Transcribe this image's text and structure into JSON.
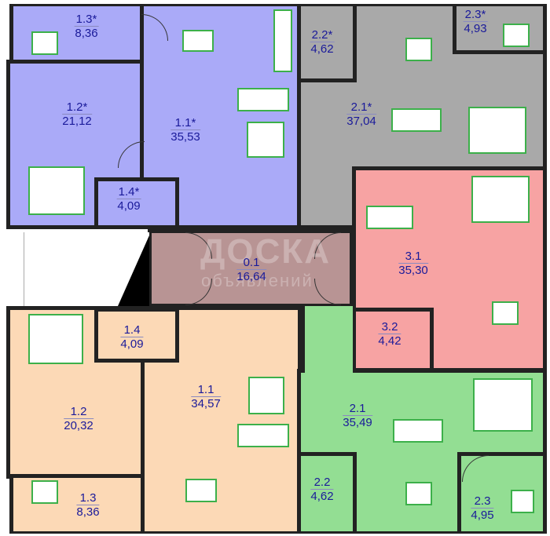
{
  "colors": {
    "apt1_top": "#aaaaf8",
    "apt2_top": "#a9a9a9",
    "apt3": "#f7a3a3",
    "corridor": "#b89494",
    "apt1_bottom": "#fcd9b6",
    "apt2_bottom": "#93de93"
  },
  "rooms": {
    "r13s": {
      "number": "1.3*",
      "area": "8,36"
    },
    "r12s": {
      "number": "1.2*",
      "area": "21,12"
    },
    "r11s": {
      "number": "1.1*",
      "area": "35,53"
    },
    "r14s": {
      "number": "1.4*",
      "area": "4,09"
    },
    "r22s": {
      "number": "2.2*",
      "area": "4,62"
    },
    "r23s": {
      "number": "2.3*",
      "area": "4,93"
    },
    "r21s": {
      "number": "2.1*",
      "area": "37,04"
    },
    "r01": {
      "number": "0.1",
      "area": "16,64"
    },
    "r31": {
      "number": "3.1",
      "area": "35,30"
    },
    "r32": {
      "number": "3.2",
      "area": "4,42"
    },
    "r14": {
      "number": "1.4",
      "area": "4,09"
    },
    "r12": {
      "number": "1.2",
      "area": "20,32"
    },
    "r11": {
      "number": "1.1",
      "area": "34,57"
    },
    "r13": {
      "number": "1.3",
      "area": "8,36"
    },
    "r21": {
      "number": "2.1",
      "area": "35,49"
    },
    "r22": {
      "number": "2.2",
      "area": "4,62"
    },
    "r23": {
      "number": "2.3",
      "area": "4,95"
    }
  },
  "watermark": {
    "line1": "ДОСКА",
    "line2": "объявлений"
  }
}
